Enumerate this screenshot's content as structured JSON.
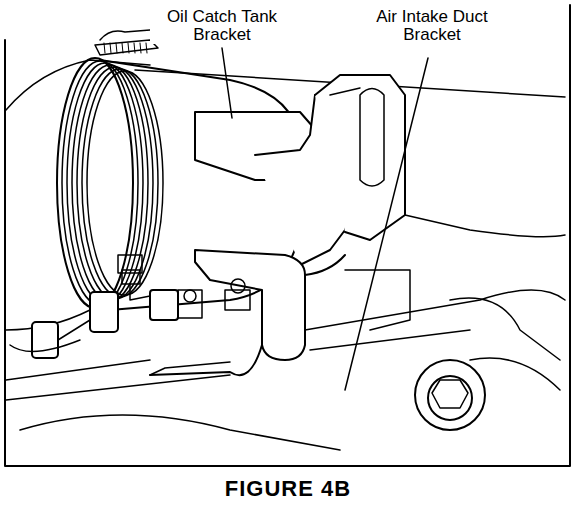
{
  "diagram": {
    "caption": "FIGURE 4B",
    "labels": [
      "Oil Catch Tank Bracket",
      "Air Intake Duct Bracket"
    ]
  }
}
